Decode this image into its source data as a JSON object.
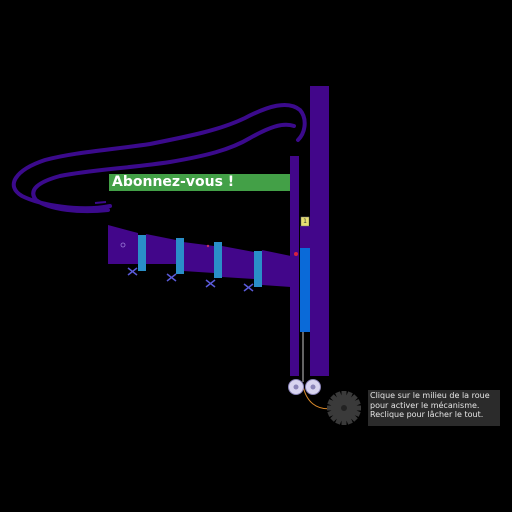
{
  "banner": {
    "text": "Abonnez-vous !"
  },
  "hint": {
    "line1": "Clique sur le milieu de la roue",
    "line2": "pour activer le mécanisme.",
    "line3": "Reclique pour lâcher le tout."
  },
  "latch": {
    "label": "1"
  },
  "colors": {
    "background": "#000000",
    "structure": "#42068a",
    "track": "#3b0a8c",
    "banner": "#43a047",
    "blade": "#2a8fc8",
    "piston": "#0a6ad8",
    "gear": "#3a3a3a",
    "pulley": "#d8d4f0",
    "latch": "#e8e070"
  },
  "icons": [
    "gear-icon",
    "pulley-icon",
    "star-marker-icon"
  ]
}
